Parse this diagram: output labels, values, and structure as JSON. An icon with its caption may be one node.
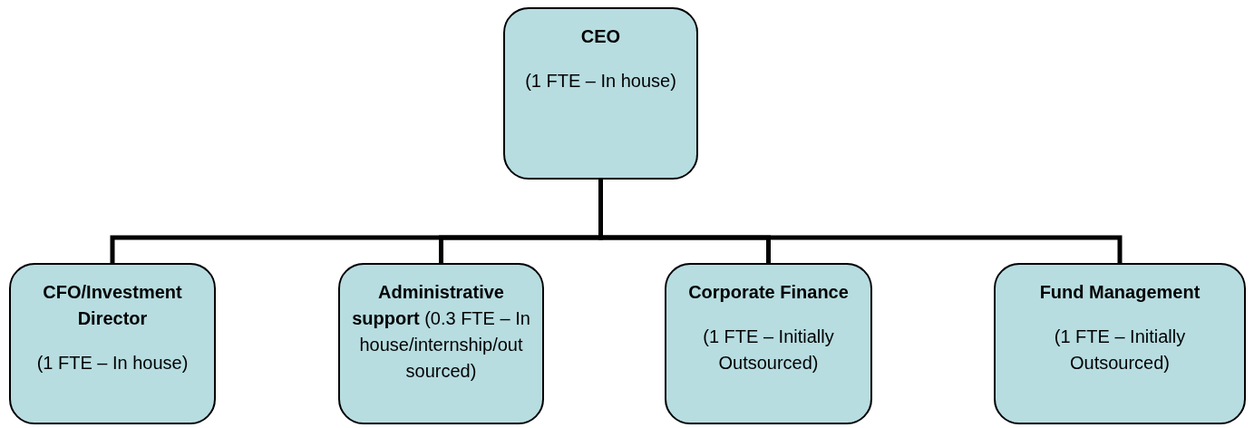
{
  "diagram": {
    "nodes": [
      {
        "text": [
          "CEO",
          "(1 FTE – In house)"
        ]
      },
      {
        "text": [
          "CFO/Investment Director",
          "(1 FTE – In house)"
        ]
      },
      {
        "text": [
          "**Administrative support** (0.3 FTE – In house/internship/out sourced)"
        ]
      },
      {
        "text": [
          "Corporate Finance",
          "(1 FTE – Initially Outsourced)"
        ]
      },
      {
        "text": [
          "Fund Management",
          "(1 FTE – Initially Outsourced)"
        ]
      }
    ],
    "edges": [
      {
        "from": 0,
        "to": 1,
        "arrow": "none"
      },
      {
        "from": 0,
        "to": 2,
        "arrow": "none"
      },
      {
        "from": 0,
        "to": 3,
        "arrow": "none"
      },
      {
        "from": 0,
        "to": 4,
        "arrow": "none"
      }
    ]
  }
}
